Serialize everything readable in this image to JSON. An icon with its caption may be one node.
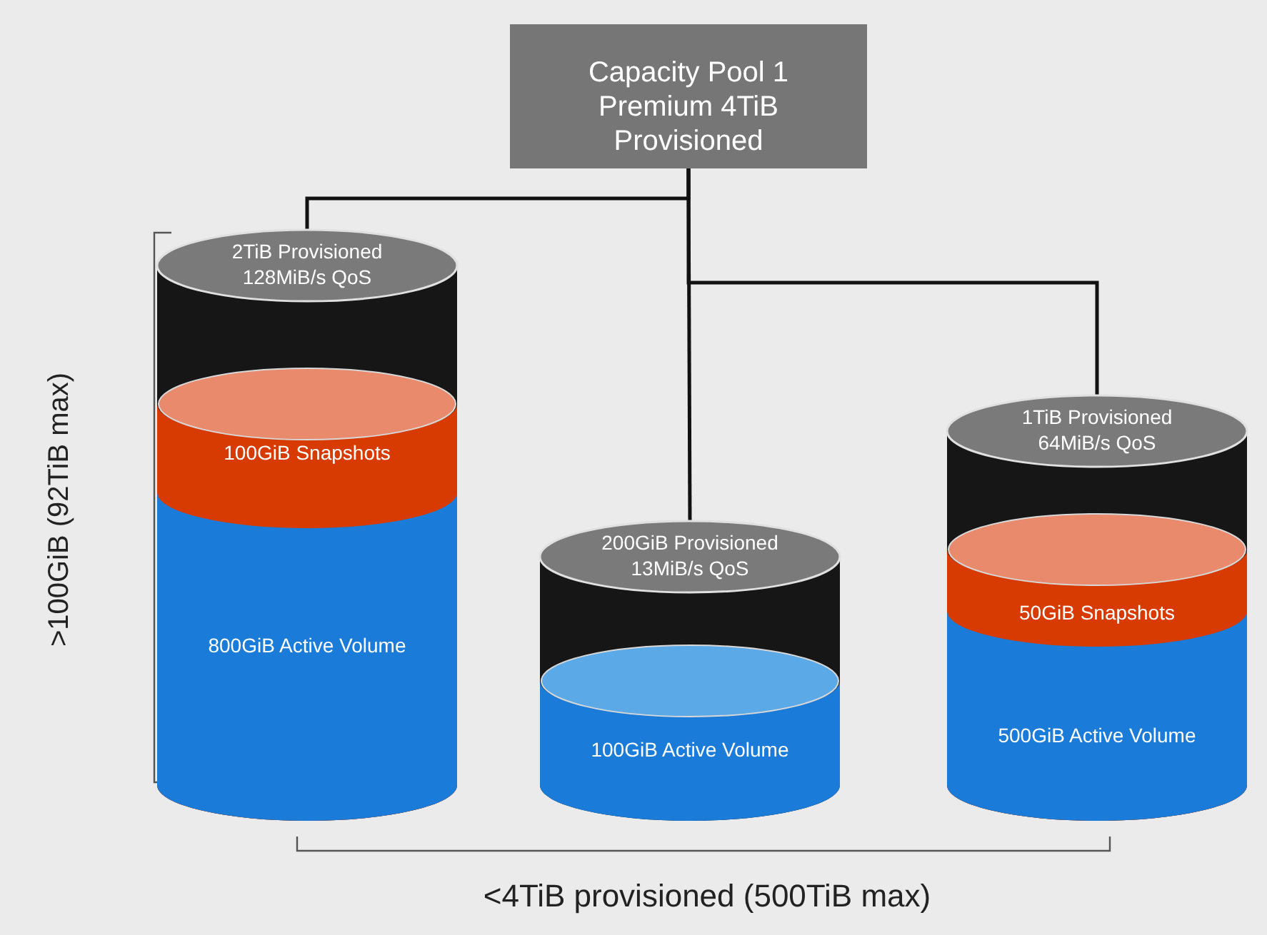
{
  "diagram": {
    "nodes": [
      {
        "text": [
          "Capacity Pool 1 Premium 4TiB Provisioned"
        ]
      },
      {
        "text": [
          "2TiB Provisioned 128MiB/s QoS",
          "100GiB Snapshots",
          "800GiB Active Volume"
        ]
      },
      {
        "text": [
          "200GiB Provisioned 13MiB/s QoS",
          "100GiB Active Volume"
        ]
      },
      {
        "text": [
          "1TiB Provisioned 64MiB/s QoS",
          "50GiB Snapshots",
          "500GiB Active Volume"
        ]
      }
    ],
    "edges": [
      {
        "from": 0,
        "to": 1,
        "arrow": "none"
      },
      {
        "from": 0,
        "to": 2,
        "arrow": "none"
      },
      {
        "from": 0,
        "to": 3,
        "arrow": "none"
      }
    ],
    "labels": [
      ">100GiB (92TiB max)",
      "<4TiB provisioned (500TiB max)"
    ]
  }
}
